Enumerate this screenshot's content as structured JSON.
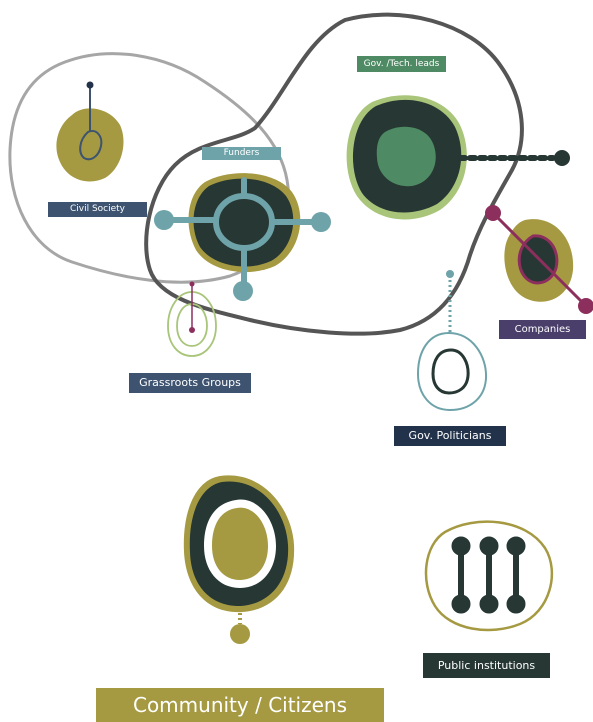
{
  "labels": {
    "civil_society": "Civil Society",
    "funders": "Funders",
    "gov_tech_leads": "Gov. /Tech. leads",
    "grassroots_groups": "Grassroots Groups",
    "companies": "Companies",
    "gov_politicians": "Gov. Politicians",
    "public_institutions": "Public institutions",
    "community_citizens": "Community / Citizens"
  },
  "colors": {
    "olive": "#a59a42",
    "dark_green": "#263734",
    "mid_green": "#4e8a63",
    "light_green": "#a8c57a",
    "teal": "#6ea3a9",
    "navy": "#3d5370",
    "magenta": "#8c2f5d",
    "outline_light": "#a6a6a6",
    "outline_dark": "#555555"
  }
}
